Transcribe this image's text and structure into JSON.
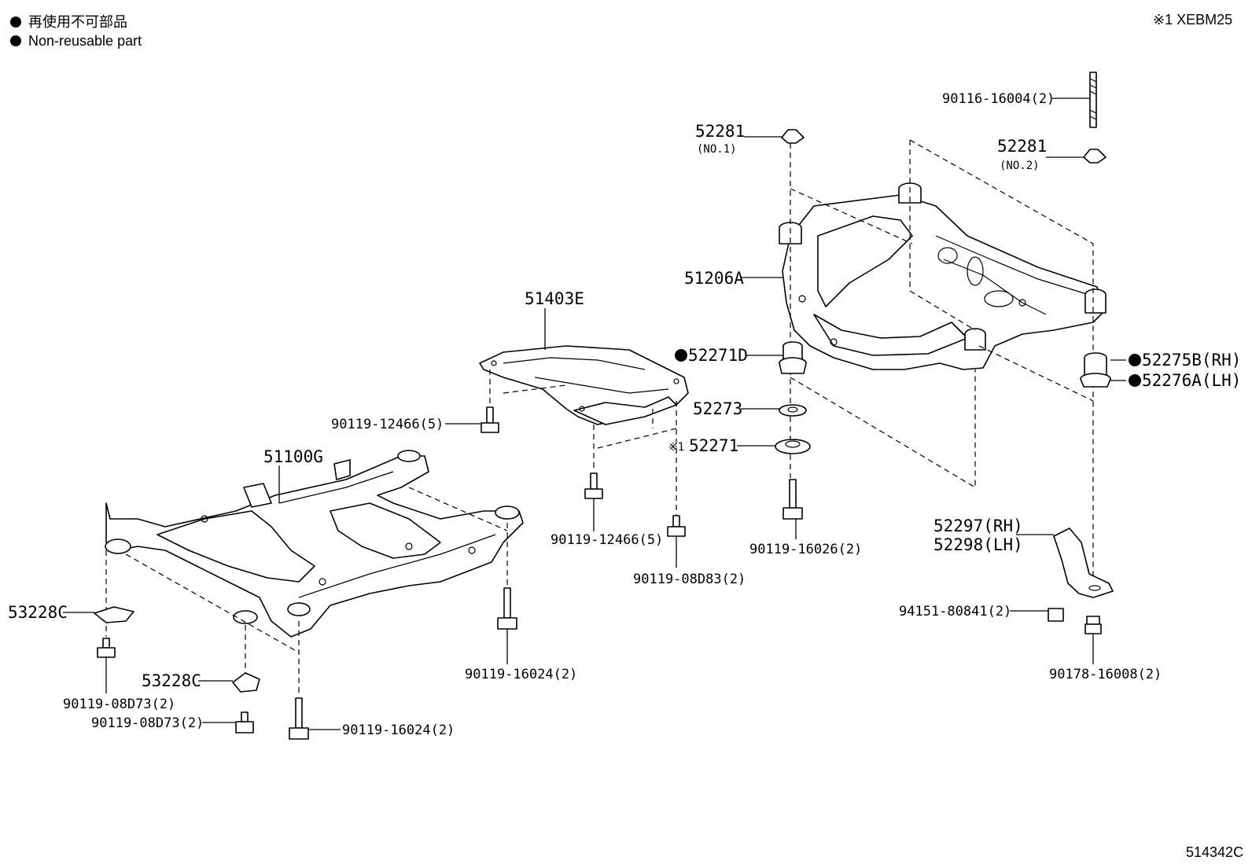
{
  "legend": {
    "jp": "再使用不可部品",
    "en": "Non-reusable part"
  },
  "header_note": "※1 XEBM25",
  "figure_id": "514342C",
  "parts": {
    "p_90116_16004": "90116-16004(2)",
    "p_52281_no1": "52281",
    "p_52281_no1_sub": "(NO.1)",
    "p_52281_no2": "52281",
    "p_52281_no2_sub": "(NO.2)",
    "p_51206A": "51206A",
    "p_51403E": "51403E",
    "p_52271D": "52271D",
    "p_52275B": "52275B(RH)",
    "p_52276A": "52276A(LH)",
    "p_52273": "52273",
    "p_52271": "52271",
    "p_52271_mark": "※1",
    "p_90119_12466_a": "90119-12466(5)",
    "p_90119_12466_b": "90119-12466(5)",
    "p_51100G": "51100G",
    "p_90119_16026": "90119-16026(2)",
    "p_90119_08D83": "90119-08D83(2)",
    "p_52297": "52297(RH)",
    "p_52298": "52298(LH)",
    "p_53228C_a": "53228C",
    "p_53228C_b": "53228C",
    "p_94151_80841": "94151-80841(2)",
    "p_90119_16024_a": "90119-16024(2)",
    "p_90119_16024_b": "90119-16024(2)",
    "p_90178_16008": "90178-16008(2)",
    "p_90119_08D73_a": "90119-08D73(2)",
    "p_90119_08D73_b": "90119-08D73(2)"
  }
}
